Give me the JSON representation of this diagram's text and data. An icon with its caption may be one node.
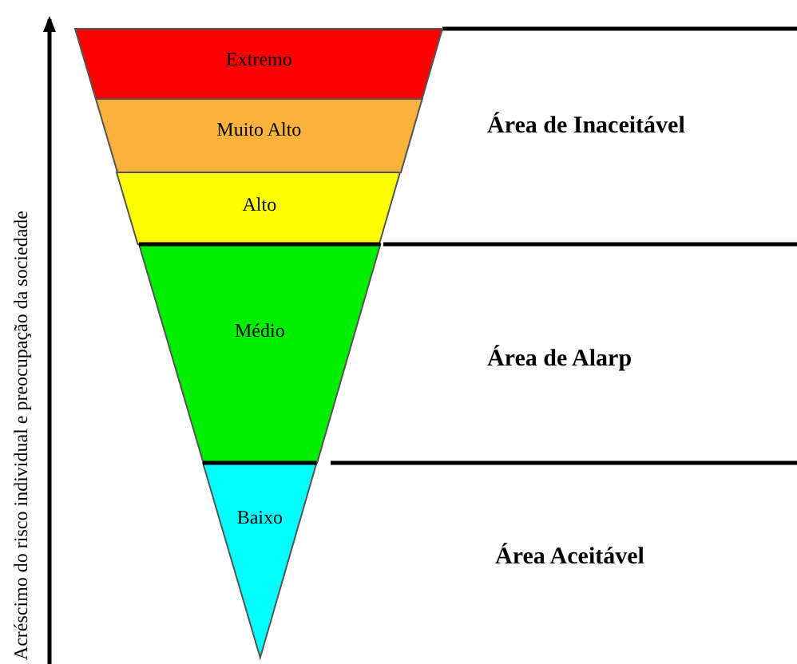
{
  "diagram": {
    "nodes": [
      {
        "text": [
          "Extremo"
        ]
      },
      {
        "text": [
          "Muito Alto"
        ]
      },
      {
        "text": [
          "Alto"
        ]
      },
      {
        "text": [
          "Médio"
        ]
      },
      {
        "text": [
          "Baixo"
        ]
      }
    ],
    "labels": [
      "Acréscimo do risco individual e preocupação da sociedade",
      "Área de Inaceitável",
      "Área de Alarp",
      "Área Aceitável"
    ]
  }
}
